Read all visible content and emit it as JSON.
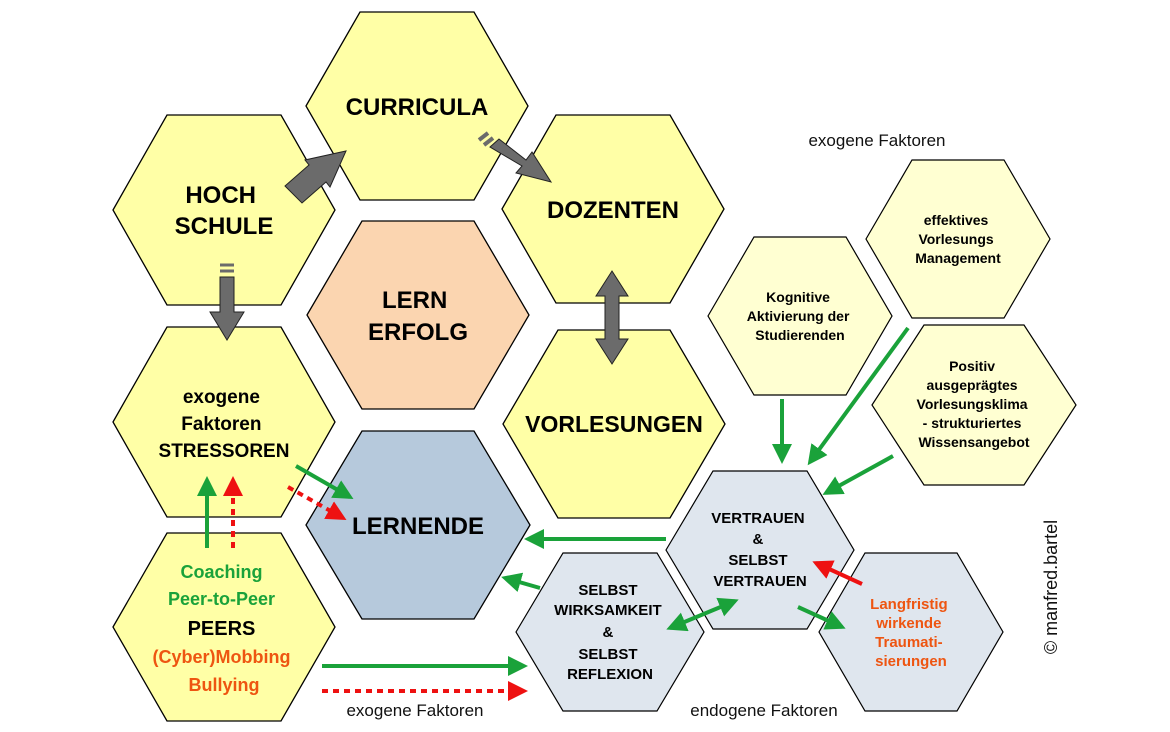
{
  "colors": {
    "yellow_hex": "#ffffa6",
    "pale_yellow_hex": "#ffffd2",
    "peach_hex": "#fbd5b0",
    "blue_hex": "#b6c9dc",
    "light_blue_hex": "#dfe6ee",
    "outline": "#000000",
    "green_arrow": "#1aa23a",
    "red_arrow": "#ee1111",
    "gray_arrow": "#6b6b6b",
    "coaching_text": "#1aa23a",
    "mobbing_text": "#ee5511"
  },
  "hexagons": {
    "curricula": {
      "lines": [
        "CURRICULA"
      ]
    },
    "hochschule": {
      "lines": [
        "HOCH",
        "SCHULE"
      ]
    },
    "dozenten": {
      "lines": [
        "DOZENTEN"
      ]
    },
    "lernerfolg": {
      "lines": [
        "LERN",
        "ERFOLG"
      ]
    },
    "vorlesungen": {
      "lines": [
        "VORLESUNGEN"
      ]
    },
    "stressoren": {
      "lines": [
        "exogene",
        "Faktoren",
        "STRESSOREN"
      ]
    },
    "lernende": {
      "lines": [
        "LERNENDE"
      ]
    },
    "peers": {
      "lines": [
        "Coaching",
        "Peer-to-Peer",
        "PEERS",
        "(Cyber)Mobbing",
        "Bullying"
      ]
    },
    "kognitive": {
      "lines": [
        "Kognitive",
        "Aktivierung der",
        "Studierenden"
      ]
    },
    "management": {
      "lines": [
        "effektives",
        "Vorlesungs",
        "Management"
      ]
    },
    "klima": {
      "lines": [
        "Positiv",
        "ausgeprägtes",
        "Vorlesungsklima",
        "- strukturiertes",
        "Wissensangebot"
      ]
    },
    "vertrauen": {
      "lines": [
        "VERTRAUEN",
        "&",
        "SELBST",
        "VERTRAUEN"
      ]
    },
    "wirksamkeit": {
      "lines": [
        "SELBST",
        "WIRKSAMKEIT",
        "&",
        "SELBST",
        "REFLEXION"
      ]
    },
    "traumatisierungen": {
      "lines": [
        "Langfristig",
        "wirkende",
        "Traumati-",
        "sierungen"
      ]
    }
  },
  "labels": {
    "exogene_top": "exogene Faktoren",
    "exogene_bottom": "exogene Faktoren",
    "endogene_bottom": "endogene Faktoren",
    "copyright": "© manfred.bartel"
  }
}
